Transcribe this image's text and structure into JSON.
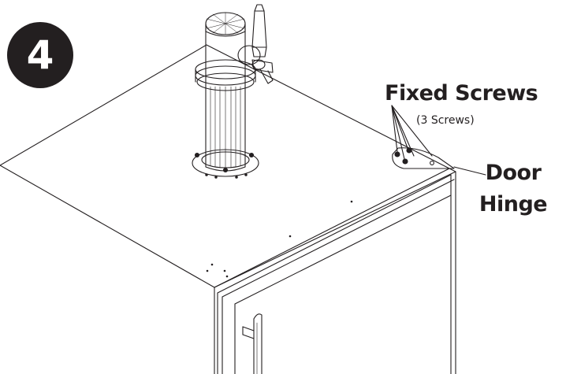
{
  "step": {
    "number": "4"
  },
  "labels": {
    "fixed_screws": "Fixed Screws",
    "fixed_screws_count": "(3 Screws)",
    "door_hinge_line1": "Door",
    "door_hinge_line2": "Hinge"
  },
  "colors": {
    "ink": "#231f20",
    "background": "#ffffff"
  }
}
